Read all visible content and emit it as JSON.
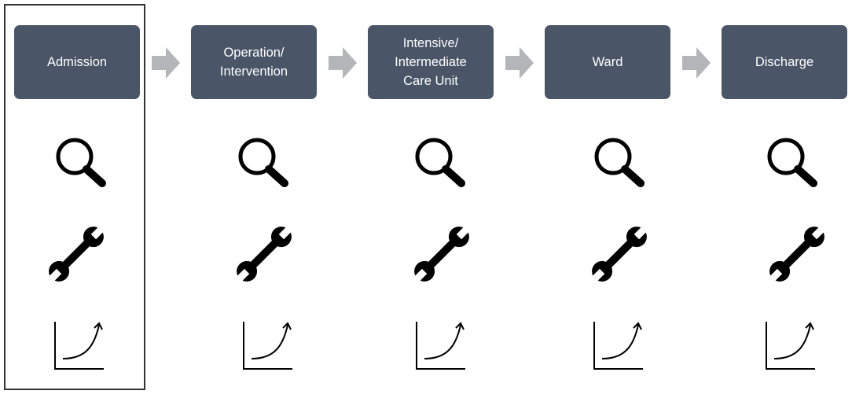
{
  "colors": {
    "stage_fill": "#4a5567",
    "arrow_fill": "#b4b5b8",
    "icon_color": "#000000",
    "frame_color": "#333333"
  },
  "stages": [
    {
      "label": "Admission",
      "highlighted": true
    },
    {
      "label": "Operation/\nIntervention"
    },
    {
      "label": "Intensive/\nIntermediate\nCare Unit"
    },
    {
      "label": "Ward"
    },
    {
      "label": "Discharge"
    }
  ],
  "icon_rows": [
    "magnifier-icon",
    "wrench-icon",
    "growth-chart-icon"
  ]
}
